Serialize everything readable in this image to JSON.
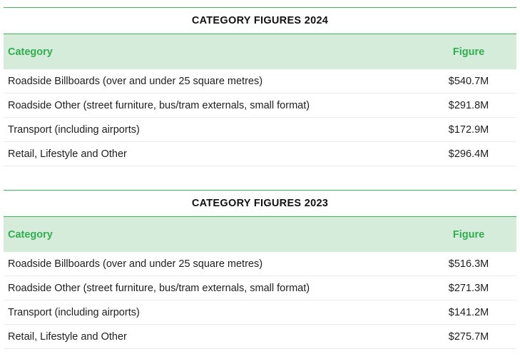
{
  "tables": [
    {
      "title": "CATEGORY FIGURES 2024",
      "header": {
        "category": "Category",
        "figure": "Figure"
      },
      "rows": [
        {
          "category": "Roadside Billboards (over and under 25 square metres)",
          "figure": "$540.7M"
        },
        {
          "category": "Roadside Other (street furniture, bus/tram externals, small format)",
          "figure": "$291.8M"
        },
        {
          "category": "Transport (including airports)",
          "figure": "$172.9M"
        },
        {
          "category": "Retail, Lifestyle and Other",
          "figure": "$296.4M"
        }
      ]
    },
    {
      "title": "CATEGORY FIGURES 2023",
      "header": {
        "category": "Category",
        "figure": "Figure"
      },
      "rows": [
        {
          "category": "Roadside Billboards (over and under 25 square metres)",
          "figure": "$516.3M"
        },
        {
          "category": "Roadside Other (street furniture, bus/tram externals, small format)",
          "figure": "$271.3M"
        },
        {
          "category": "Transport (including airports)",
          "figure": "$141.2M"
        },
        {
          "category": "Retail, Lifestyle and Other",
          "figure": "$275.7M"
        }
      ]
    }
  ],
  "colors": {
    "accent": "#2fae4f",
    "header_bg": "#d6ecda",
    "rule": "#3fb65a"
  }
}
